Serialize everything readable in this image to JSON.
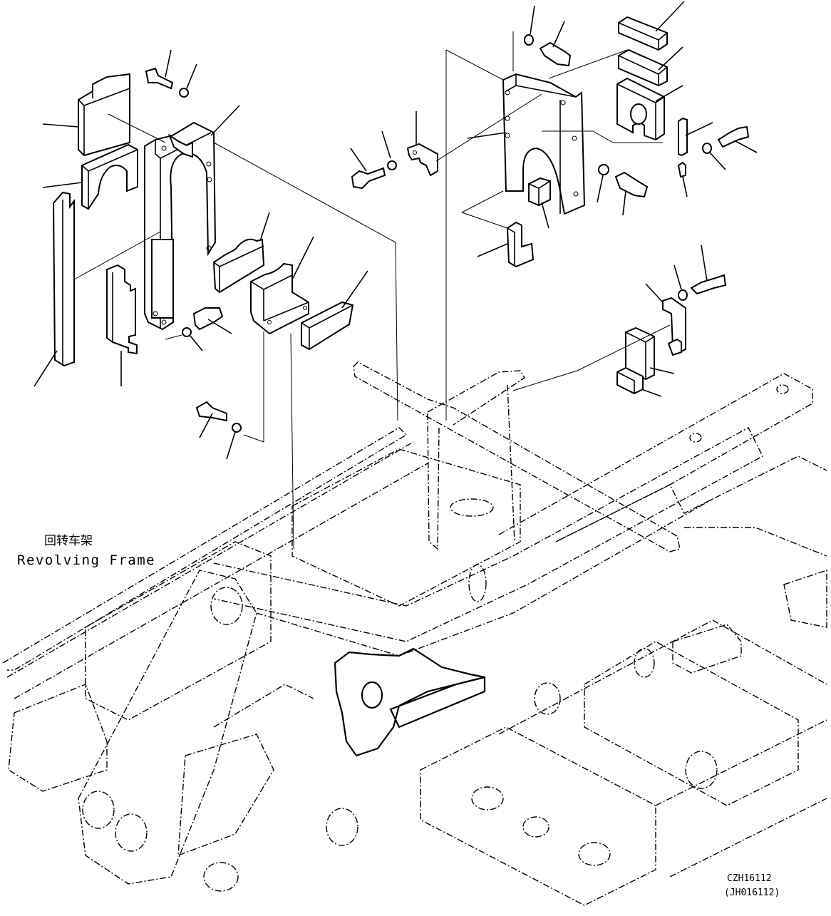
{
  "frame_label": {
    "zh": "回转车架",
    "en": "Revolving Frame"
  },
  "drawing_code": {
    "main": "CZH16112",
    "alt": "(JH016112)"
  }
}
